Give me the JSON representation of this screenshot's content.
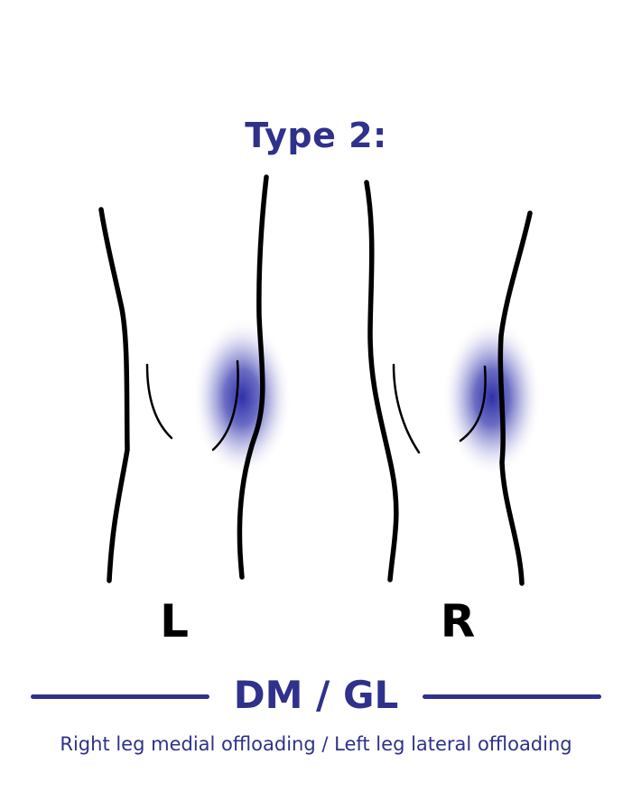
{
  "heading": "Type 2:",
  "legs": {
    "left_label": "L",
    "right_label": "R"
  },
  "type_code": "DM / GL",
  "caption": "Right leg medial offloading / Left leg lateral offloading",
  "colors": {
    "accent": "#2f318b",
    "highlight": "#2f30a8",
    "outline": "#000000"
  }
}
